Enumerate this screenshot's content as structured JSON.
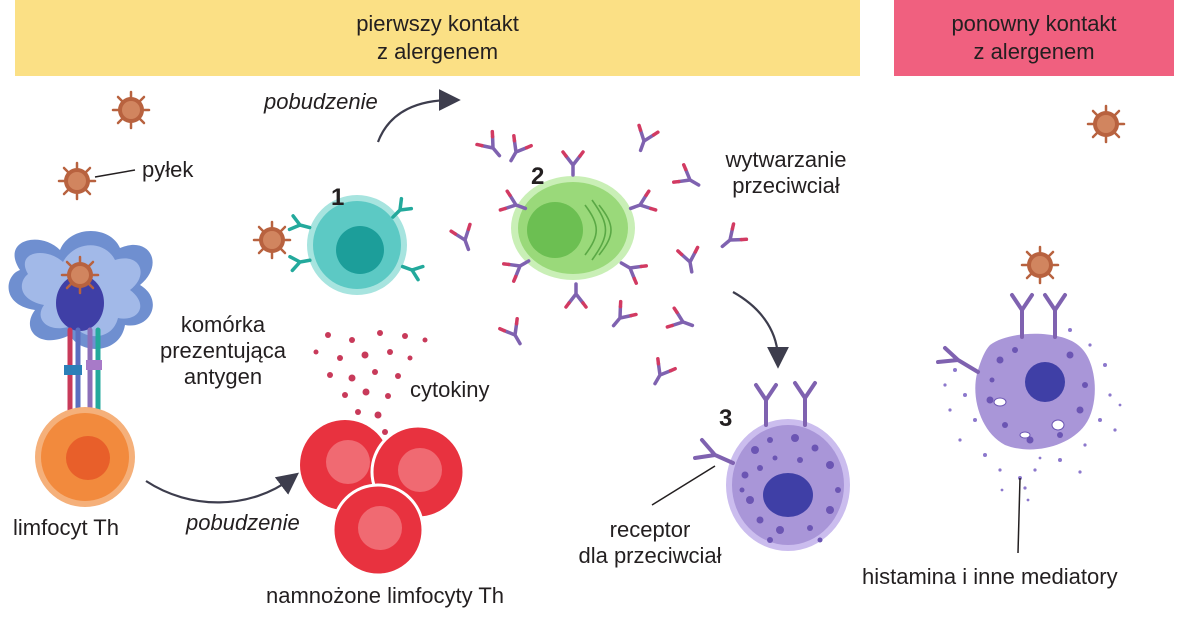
{
  "banners": {
    "first_contact": [
      "pierwszy kontakt",
      "z alergenem"
    ],
    "second_contact": [
      "ponowny kontakt",
      "z alergenem"
    ]
  },
  "labels": {
    "pollen": "pyłek",
    "apc": [
      "komórka",
      "prezentująca",
      "antygen"
    ],
    "th_cell": "limfocyt Th",
    "stimulation_top": "pobudzenie",
    "stimulation_bottom": "pobudzenie",
    "cytokines": "cytokiny",
    "multiplied_th": "namnożone limfocyty Th",
    "antibody_production": [
      "wytwarzanie",
      "przeciwciał"
    ],
    "receptor": [
      "receptor",
      "dla przeciwciał"
    ],
    "mediators": "histamina i inne mediatory"
  },
  "steps": [
    "1",
    "2",
    "3"
  ],
  "colors": {
    "banner_first": "#fbe085",
    "banner_second": "#f0607f",
    "pollen": "#b8623f",
    "apc": "#6f8fd0",
    "th_cell": "#f28a3d",
    "b_cell": "#5cc9c4",
    "plasma_cell": "#9ad97a",
    "cytokine": "#c83a5a",
    "multiplied_th": "#e8323f",
    "mast_cell": "#a996d8",
    "antibody": "#8c6fb8"
  }
}
